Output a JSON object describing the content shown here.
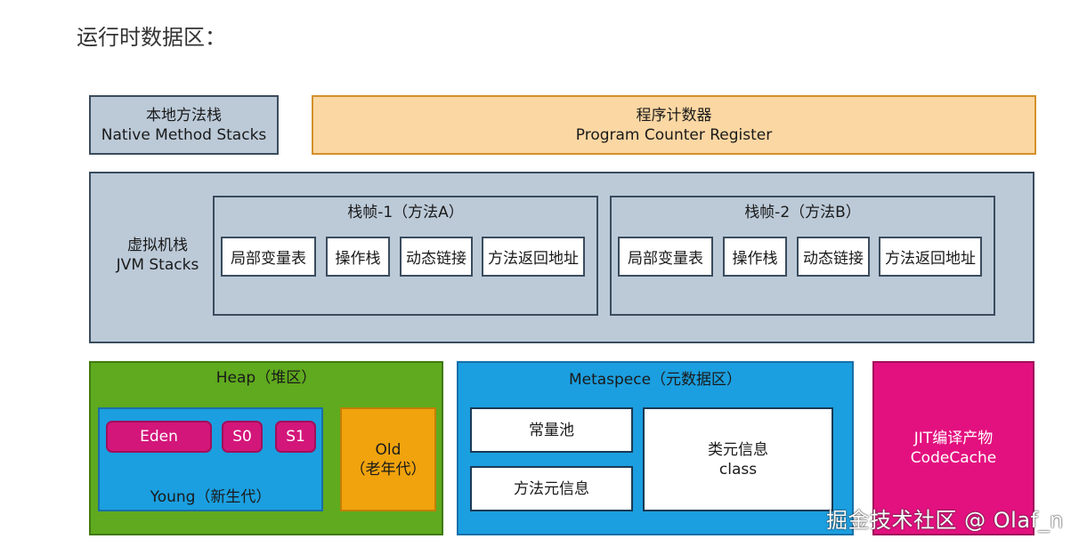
{
  "title": "运行时数据区：",
  "native_method_stacks": {
    "line1": "本地方法栈",
    "line2": "Native Method Stacks"
  },
  "program_counter": {
    "line1": "程序计数器",
    "line2": "Program Counter Register"
  },
  "jvm_stacks": {
    "line1": "虚拟机栈",
    "line2": "JVM Stacks",
    "frames": [
      {
        "title": "栈帧-1（方法A）",
        "cells": [
          "局部变量表",
          "操作栈",
          "动态链接",
          "方法返回地址"
        ]
      },
      {
        "title": "栈帧-2（方法B）",
        "cells": [
          "局部变量表",
          "操作栈",
          "动态链接",
          "方法返回地址"
        ]
      }
    ]
  },
  "heap": {
    "title": "Heap（堆区）",
    "eden": "Eden",
    "s0": "S0",
    "s1": "S1",
    "young": "Young（新生代）",
    "old_line1": "Old",
    "old_line2": "（老年代）"
  },
  "metaspace": {
    "title": "Metaspece（元数据区）",
    "constant_pool": "常量池",
    "method_meta": "方法元信息",
    "class_meta_line1": "类元信息",
    "class_meta_line2": "class"
  },
  "jit": {
    "line1": "JIT编译产物",
    "line2": "CodeCache"
  },
  "watermark": "掘金技术社区 @ Olaf_n"
}
